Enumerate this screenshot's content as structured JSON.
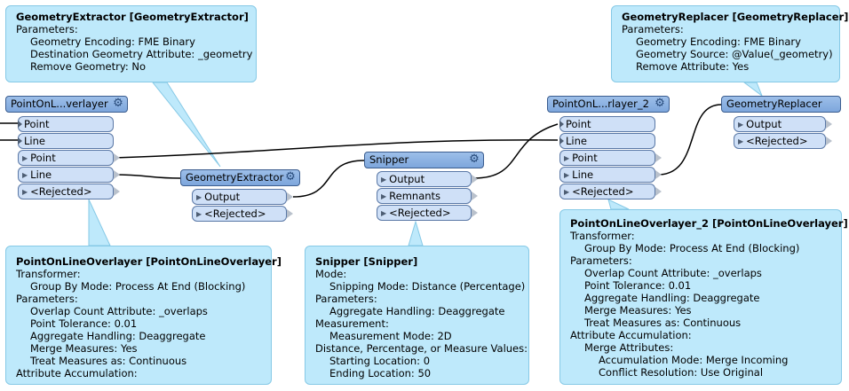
{
  "annotations": {
    "geometry_extractor": {
      "title": "GeometryExtractor [GeometryExtractor]",
      "lines": [
        {
          "t": "Parameters:",
          "i": 0
        },
        {
          "t": "Geometry Encoding: FME Binary",
          "i": 1
        },
        {
          "t": "Destination Geometry Attribute: _geometry",
          "i": 1
        },
        {
          "t": "Remove Geometry: No",
          "i": 1
        }
      ]
    },
    "geometry_replacer": {
      "title": "GeometryReplacer [GeometryReplacer]",
      "lines": [
        {
          "t": "Parameters:",
          "i": 0
        },
        {
          "t": "Geometry Encoding: FME Binary",
          "i": 1
        },
        {
          "t": "Geometry Source: @Value(_geometry)",
          "i": 1
        },
        {
          "t": "Remove Attribute: Yes",
          "i": 1
        }
      ]
    },
    "point_on_line_overlayer": {
      "title": "PointOnLineOverlayer [PointOnLineOverlayer]",
      "lines": [
        {
          "t": "Transformer:",
          "i": 0
        },
        {
          "t": "Group By Mode: Process At End (Blocking)",
          "i": 1
        },
        {
          "t": "Parameters:",
          "i": 0
        },
        {
          "t": "Overlap Count Attribute: _overlaps",
          "i": 1
        },
        {
          "t": "Point Tolerance: 0.01",
          "i": 1
        },
        {
          "t": "Aggregate Handling: Deaggregate",
          "i": 1
        },
        {
          "t": "Merge Measures: Yes",
          "i": 1
        },
        {
          "t": "Treat Measures as: Continuous",
          "i": 1
        },
        {
          "t": "Attribute Accumulation:",
          "i": 0
        }
      ]
    },
    "snipper": {
      "title": "Snipper [Snipper]",
      "lines": [
        {
          "t": "Mode:",
          "i": 0
        },
        {
          "t": "Snipping Mode: Distance (Percentage)",
          "i": 1
        },
        {
          "t": "Parameters:",
          "i": 0
        },
        {
          "t": "Aggregate Handling: Deaggregate",
          "i": 1
        },
        {
          "t": "Measurement:",
          "i": 0
        },
        {
          "t": "Measurement Mode: 2D",
          "i": 1
        },
        {
          "t": "Distance, Percentage, or Measure Values:",
          "i": 0
        },
        {
          "t": "Starting Location: 0",
          "i": 1
        },
        {
          "t": "Ending Location: 50",
          "i": 1
        }
      ]
    },
    "point_on_line_overlayer_2": {
      "title": "PointOnLineOverlayer_2 [PointOnLineOverlayer]",
      "lines": [
        {
          "t": "Transformer:",
          "i": 0
        },
        {
          "t": "Group By Mode: Process At End (Blocking)",
          "i": 1
        },
        {
          "t": "Parameters:",
          "i": 0
        },
        {
          "t": "Overlap Count Attribute: _overlaps",
          "i": 1
        },
        {
          "t": "Point Tolerance: 0.01",
          "i": 1
        },
        {
          "t": "Aggregate Handling: Deaggregate",
          "i": 1
        },
        {
          "t": "Merge Measures: Yes",
          "i": 1
        },
        {
          "t": "Treat Measures as: Continuous",
          "i": 1
        },
        {
          "t": "Attribute Accumulation:",
          "i": 0
        },
        {
          "t": "Merge Attributes:",
          "i": 1
        },
        {
          "t": "Accumulation Mode: Merge Incoming",
          "i": 2
        },
        {
          "t": "Conflict Resolution: Use Original",
          "i": 2
        }
      ]
    }
  },
  "transformers": {
    "overlayer1": {
      "name": "PointOnL...verlayer",
      "inputs": [
        "Point",
        "Line"
      ],
      "outputs": [
        "Point",
        "Line",
        "<Rejected>"
      ]
    },
    "extractor": {
      "name": "GeometryExtractor",
      "outputs": [
        "Output",
        "<Rejected>"
      ]
    },
    "snipper": {
      "name": "Snipper",
      "outputs": [
        "Output",
        "Remnants",
        "<Rejected>"
      ]
    },
    "overlayer2": {
      "name": "PointOnL...rlayer_2",
      "inputs": [
        "Point",
        "Line"
      ],
      "outputs": [
        "Point",
        "Line",
        "<Rejected>"
      ]
    },
    "replacer": {
      "name": "GeometryReplacer",
      "outputs": [
        "Output",
        "<Rejected>"
      ]
    }
  },
  "colors": {
    "annotation_bg": "#bee9fb",
    "transformer_header": "#8fb3e3",
    "port_bg": "#cfe0f7",
    "wire": "#000000"
  }
}
